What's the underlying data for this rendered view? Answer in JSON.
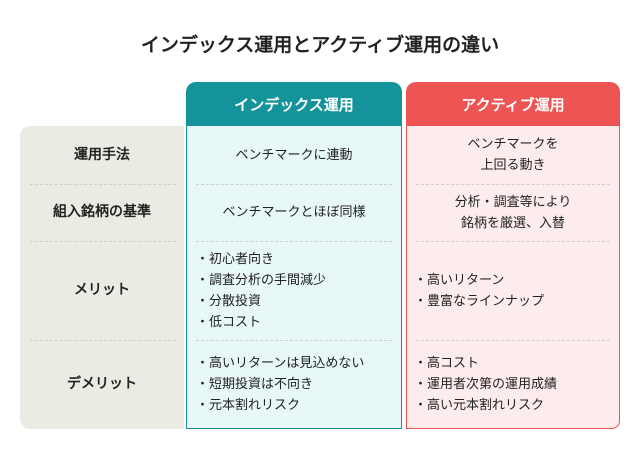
{
  "title": "インデックス運用とアクティブ運用の違い",
  "headers": {
    "index": "インデックス運用",
    "active": "アクティブ運用"
  },
  "rows": [
    {
      "label": "運用手法",
      "index": "ベンチマークに連動",
      "active": [
        "ベンチマークを",
        "上回る動き"
      ]
    },
    {
      "label": "組入銘柄の基準",
      "index": "ベンチマークとほぼ同様",
      "active": [
        "分析・調査等により",
        "銘柄を厳選、入替"
      ]
    },
    {
      "label": "メリット",
      "index": [
        "初心者向き",
        "調査分析の手間減少",
        "分散投資",
        "低コスト"
      ],
      "active": [
        "高いリターン",
        "豊富なラインナップ"
      ]
    },
    {
      "label": "デメリット",
      "index": [
        "高いリターンは見込めない",
        "短期投資は不向き",
        "元本割れリスク"
      ],
      "active": [
        "高コスト",
        "運用者次第の運用成績",
        "高い元本割れリスク"
      ]
    }
  ],
  "colors": {
    "index_header": "#15939a",
    "active_header": "#ef5454",
    "index_bg": "#e8f7f8",
    "active_bg": "#fdecec",
    "label_bg": "#ebebe4"
  }
}
